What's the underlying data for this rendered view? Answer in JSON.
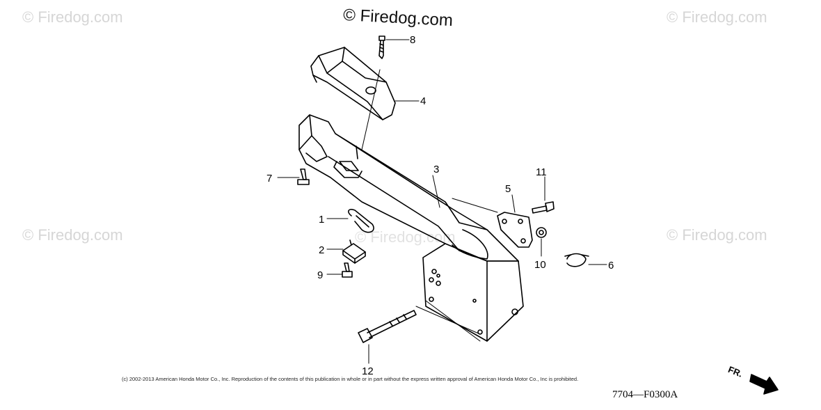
{
  "watermarks": {
    "top": "© Firedog.com",
    "corner": "© Firedog.com"
  },
  "callouts": [
    "1",
    "2",
    "3",
    "4",
    "5",
    "6",
    "7",
    "8",
    "9",
    "10",
    "11",
    "12"
  ],
  "copyright": "(c) 2002-2013 American Honda Motor Co., Inc. Reproduction of the contents of this publication in whole or in part without the express written approval of American Honda Motor Co., Inc is prohibited.",
  "diagram_code": "7704—F0300A",
  "direction_marker": "FR."
}
